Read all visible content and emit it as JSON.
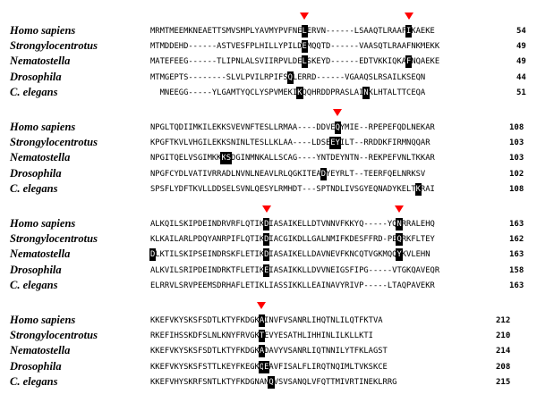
{
  "blocks": [
    {
      "rows": [
        {
          "species": "Homo sapiens",
          "seq": "MRMTMEEMKNEAETTSMVSMPLYAVMYPVFNELERVN------LSAAQTLRAAFIKAEKE",
          "hl": [
            32,
            54
          ],
          "num": "54"
        },
        {
          "species": "Strongylocentrotus",
          "seq": "MTMDDEHD------ASTVESFPLHILLYPILDEMQQTD------VAASQTLRAAFNKMEKK",
          "hl": [
            32
          ],
          "num": "49"
        },
        {
          "species": "Nematostella",
          "seq": "MATEFEEG------TLIPNLALSVIIRPVLDELSKEYD------EDTVKKIQKAFNQAEKE",
          "hl": [
            32,
            54
          ],
          "num": "49"
        },
        {
          "species": "Drosophila",
          "seq": "MTMGEPTS--------SLVLPVILRPIFSQLERRD------VGAAQSLRSAILKSEQN",
          "hl": [
            29
          ],
          "num": "44"
        },
        {
          "species": "C. elegans",
          "seq": "  MNEEGG-----YLGAMTYQCLYSPVMEKIKQQHRDDPRASLAINKLHTALTTCEQA",
          "hl": [
            31,
            45
          ],
          "num": "51"
        }
      ],
      "markers": [
        32,
        54
      ]
    },
    {
      "rows": [
        {
          "species": "Homo sapiens",
          "seq": "NPGLTQDIIMKILEKKSVEVNFTESLLRMAA----DDVEQYMIE--RPEPEFQDLNEKAR",
          "hl": [
            39
          ],
          "num": "108"
        },
        {
          "species": "Strongylocentrotus",
          "seq": "KPGFTKVLVHGILEKKSNINLTESLLKLAA----LDSEEYILT--RRDDKFIRMNQQAR",
          "hl": [
            38,
            39
          ],
          "num": "103"
        },
        {
          "species": "Nematostella",
          "seq": "NPGITQELVSGIMKKKSDGINMNKALLSCAG----YNTDEYNTN--REKPEFVNLTKKAR",
          "hl": [
            15,
            16
          ],
          "num": "103"
        },
        {
          "species": "Drosophila",
          "seq": "NPGFCYDLVATIVRRADLNVNLNEAVLRLQGKITEADYEYRLT--TEERFQELNRKSV",
          "hl": [
            36
          ],
          "num": "102"
        },
        {
          "species": "C. elegans",
          "seq": "SPSFLYDFTKVLLDDSELSVNLQESYLRMHDT---SPTNDLIVSGYEQNADYKELTKRAI",
          "hl": [
            56
          ],
          "num": "108"
        }
      ],
      "markers": [
        39
      ]
    },
    {
      "rows": [
        {
          "species": "Homo sapiens",
          "seq": "ALKQILSKIPDEINDRVRFLQTIKDIASAIKELLDTVNNVFKKYQ-----YQNRRALEHQ",
          "hl": [
            24,
            52
          ],
          "num": "163"
        },
        {
          "species": "Strongylocentrotus",
          "seq": "KLKAILARLPDQYANRPIFLQTIKDIACGIKDLLGALNMIFKDESFFRD-PEQRKFLTEY",
          "hl": [
            24,
            52
          ],
          "num": "162"
        },
        {
          "species": "Nematostella",
          "seq": "DLKTILSKIPSEINDRSKFLETIKDIASAIKELLDAVNEVFKNCQTVGKMQQYKVLEHN",
          "hl": [
            0,
            24,
            52
          ],
          "num": "163"
        },
        {
          "species": "Drosophila",
          "seq": "ALKVILSRIPDEINDRKTFLETIKEIASAIKKLLDVVNEIGSFIPG-----VTGKQAVEQR",
          "hl": [
            24
          ],
          "num": "158"
        },
        {
          "species": "C. elegans",
          "seq": "ELRRVLSRVPEEMSDRHAFLETIKLIASSIKKLLEAINAVYRIVP-----LTAQPAVEKR",
          "hl": [],
          "num": "163"
        }
      ],
      "markers": [
        24,
        52
      ]
    },
    {
      "rows": [
        {
          "species": "Homo sapiens",
          "seq": "KKEFVKYSKSFSDTLKTYFKDGKAINVFVSANRLIHQTNLILQTFKTVA",
          "hl": [
            23
          ],
          "num": "212"
        },
        {
          "species": "Strongylocentrotus",
          "seq": "RKEFIHSSKDFSLNLKNYFRVGKTEVYESATHLIHHINLILKLLKTI",
          "hl": [
            23
          ],
          "num": "210"
        },
        {
          "species": "Nematostella",
          "seq": "KKEFVKYSKSFSDTLKTYFKDGKADAVYVSANRLIQTNNILYTFKLAGST",
          "hl": [
            23
          ],
          "num": "214"
        },
        {
          "species": "Drosophila",
          "seq": "KKEFVKYSKSFSTTLKEYFKEGKQEAVFISALFLIRQTNQIMLTVKSKCE",
          "hl": [
            23,
            24
          ],
          "num": "208"
        },
        {
          "species": "C. elegans",
          "seq": "KKEFVHYSKRFSNTLKTYFKDGNANQVSVSANQLVFQTTMIVRTINEKLRRG",
          "hl": [
            25
          ],
          "num": "215"
        }
      ],
      "markers": [
        23
      ]
    }
  ]
}
